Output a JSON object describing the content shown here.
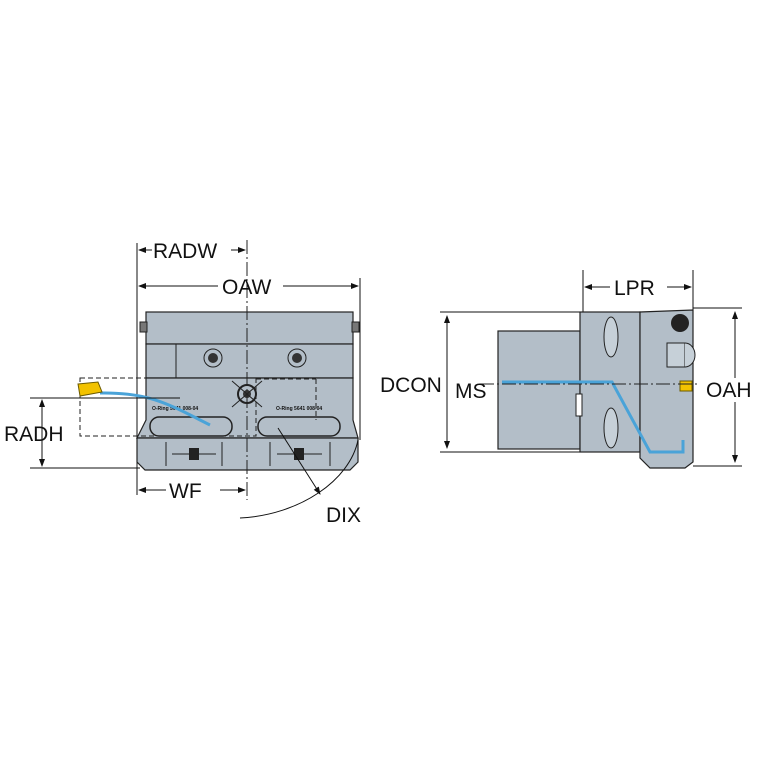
{
  "labels": {
    "radw": "RADW",
    "oaw": "OAW",
    "radh": "RADH",
    "wf": "WF",
    "dix": "DIX",
    "dcon": "DCON",
    "ms": "MS",
    "lpr": "LPR",
    "oah": "OAH"
  },
  "part_markings": {
    "left_oring": "O-Ring 5641 008-04",
    "right_oring": "O-Ring 5641 008-04"
  },
  "colors": {
    "body": "#b3bec8",
    "insert": "#f2c200",
    "coolant": "#4aa3d8"
  }
}
